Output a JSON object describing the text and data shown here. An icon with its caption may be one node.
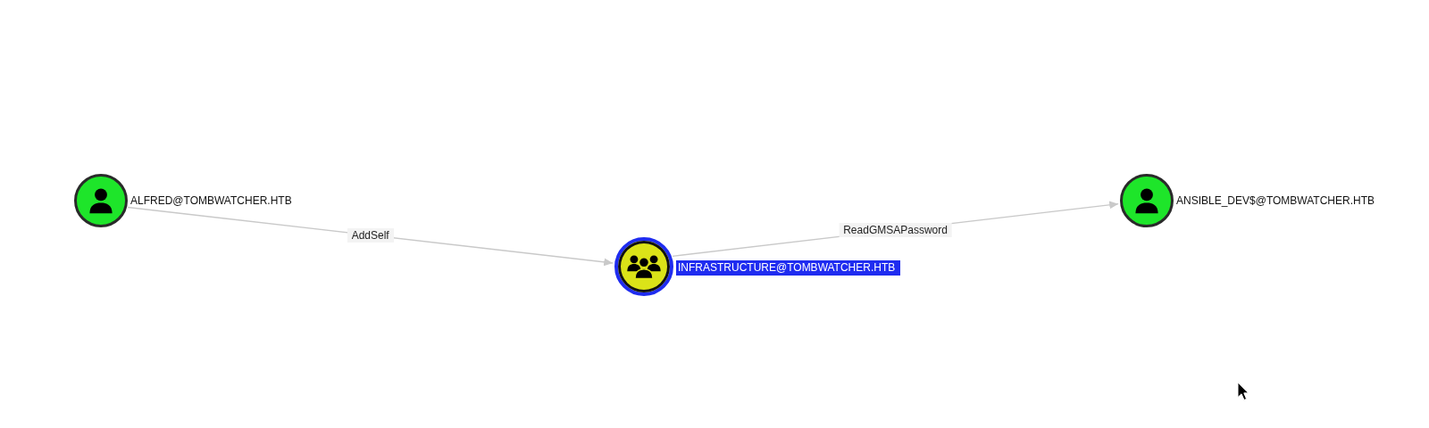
{
  "diagram": {
    "nodes": [
      {
        "text": [
          "ALFRED@TOMBWATCHER.HTB"
        ]
      },
      {
        "text": [
          "INFRASTRUCTURE@TOMBWATCHER.HTB"
        ]
      },
      {
        "text": [
          "ANSIBLE_DEV$@TOMBWATCHER.HTB"
        ]
      }
    ],
    "edges": [
      {
        "from": 0,
        "to": 1,
        "arrow": "to",
        "label": "AddSelf"
      },
      {
        "from": 1,
        "to": 2,
        "arrow": "to",
        "label": "ReadGMSAPassword"
      }
    ]
  }
}
